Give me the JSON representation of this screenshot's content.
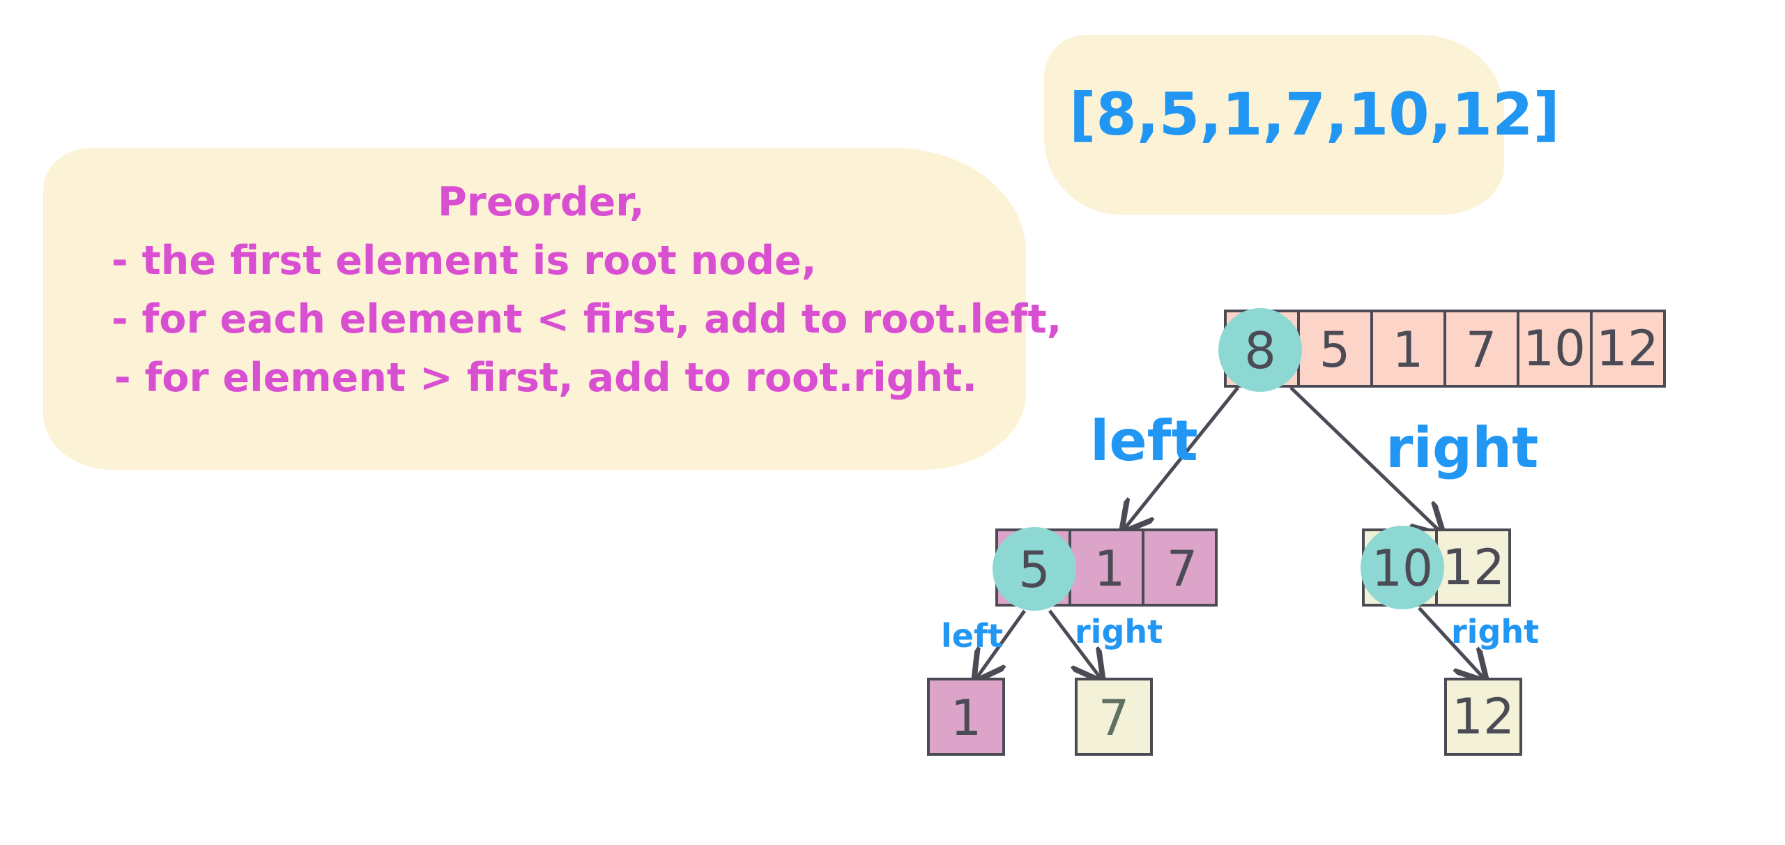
{
  "note": {
    "lines": [
      "Preorder,",
      "-  the first element is root node,",
      "-  for each element < first, add to root.left,",
      "- for element > first, add to root.right."
    ]
  },
  "array_label": "[8,5,1,7,10,12]",
  "colors": {
    "note_bg": "#fcf2d6",
    "note_text": "#d94fd2",
    "label_blue": "#2196f3",
    "node_teal": "#8ed8d4",
    "cell_peach": "#fcd5c8",
    "cell_pink": "#dca4c8",
    "cell_cream": "#f3f1d7",
    "stroke": "#4b4b55"
  },
  "tree": {
    "root_row": {
      "cells": [
        "8",
        "5",
        "1",
        "7",
        "10",
        "12"
      ],
      "node": "8"
    },
    "left_row": {
      "cells": [
        "5",
        "1",
        "7"
      ],
      "node": "5"
    },
    "right_row": {
      "cells": [
        "10",
        "12"
      ],
      "node": "10"
    },
    "leaves": [
      "1",
      "7",
      "12"
    ],
    "labels": {
      "root_left": "left",
      "root_right": "right",
      "five_left": "left",
      "five_right": "right",
      "ten_right": "right"
    }
  }
}
